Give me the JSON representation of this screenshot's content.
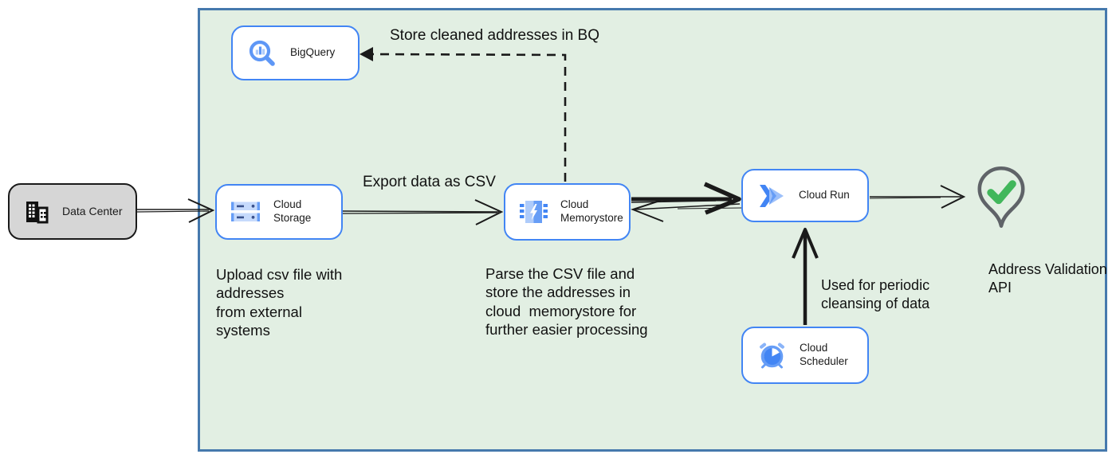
{
  "nodes": {
    "data_center": {
      "label": "Data Center"
    },
    "bigquery": {
      "label": "BigQuery"
    },
    "cloud_storage": {
      "label": "Cloud Storage"
    },
    "cloud_memorystore": {
      "label": "Cloud\nMemorystore"
    },
    "cloud_run": {
      "label": "Cloud Run"
    },
    "cloud_scheduler": {
      "label": "Cloud Scheduler"
    }
  },
  "annotations": {
    "store_bq": "Store cleaned addresses in BQ",
    "export_csv": "Export data as CSV",
    "upload_note": "Upload csv file with\naddresses\nfrom external\nsystems",
    "parse_note": "Parse the CSV file and\nstore the addresses in\ncloud  memorystore for\nfurther easier processing",
    "scheduler_note": "Used for periodic\ncleansing of data",
    "address_api_label": "Address Validation\nAPI"
  },
  "icons": {
    "data_center": "building-icon",
    "bigquery": "magnifier-chart-icon",
    "cloud_storage": "storage-bars-icon",
    "cloud_memorystore": "memory-chip-bolt-icon",
    "cloud_run": "double-chevron-icon",
    "cloud_scheduler": "alarm-clock-icon",
    "address_validation": "map-pin-check-icon"
  },
  "colors": {
    "gcp_blue": "#4285f4",
    "gcp_blue_light": "#aecbfa",
    "gcp_blue_mid": "#669df6",
    "container_fill": "#e2efe3",
    "container_border": "#4679ad",
    "node_fill": "#ffffff",
    "data_center_fill": "#d6d6d6",
    "arrow_black": "#1a1a1a",
    "pin_gray": "#5f6368",
    "check_green": "#41b75b"
  }
}
